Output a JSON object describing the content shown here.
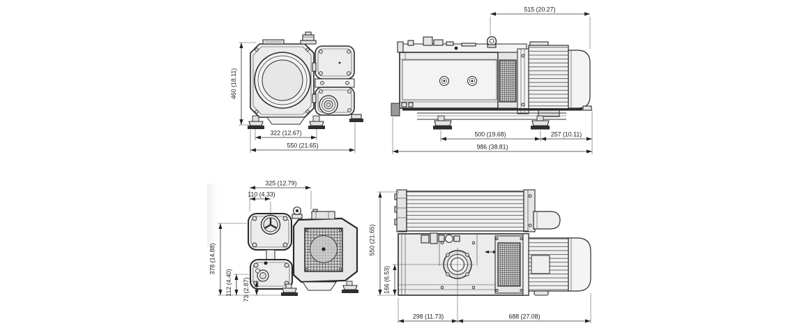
{
  "drawing": {
    "units_note": "dimensions shown as mm (inch)",
    "views": {
      "front": {
        "dims": {
          "height": "460 (18.11)",
          "foot_spacing": "322 (12.67)",
          "overall_width": "550 (21.65)"
        }
      },
      "side": {
        "dims": {
          "top_length": "515 (20.27)",
          "foot_spacing": "500 (19.68)",
          "motor_overhang": "257 (10.11)",
          "overall_length": "986 (38.81)"
        }
      },
      "rear": {
        "dims": {
          "top_width": "325 (12.79)",
          "port_offset": "110 (4.33)",
          "height": "378 (14.88)",
          "mid_height": "112 (4.40)",
          "low_height": "73 (2.87)"
        }
      },
      "plan": {
        "dims": {
          "overall_width": "550 (21.65)",
          "port_offset_front": "166 (6.53)",
          "port_offset_left": "298 (11.73)",
          "length_right_of_port": "688 (27.08)"
        }
      }
    },
    "colors": {
      "line": "#2b2b2b",
      "dimension_line": "#333333",
      "text": "#1d1d1d",
      "body_fill": "#ececec",
      "panel_fill": "#f3f3f3",
      "mesh_dark": "#3d3d3d",
      "background": "#ffffff"
    }
  }
}
